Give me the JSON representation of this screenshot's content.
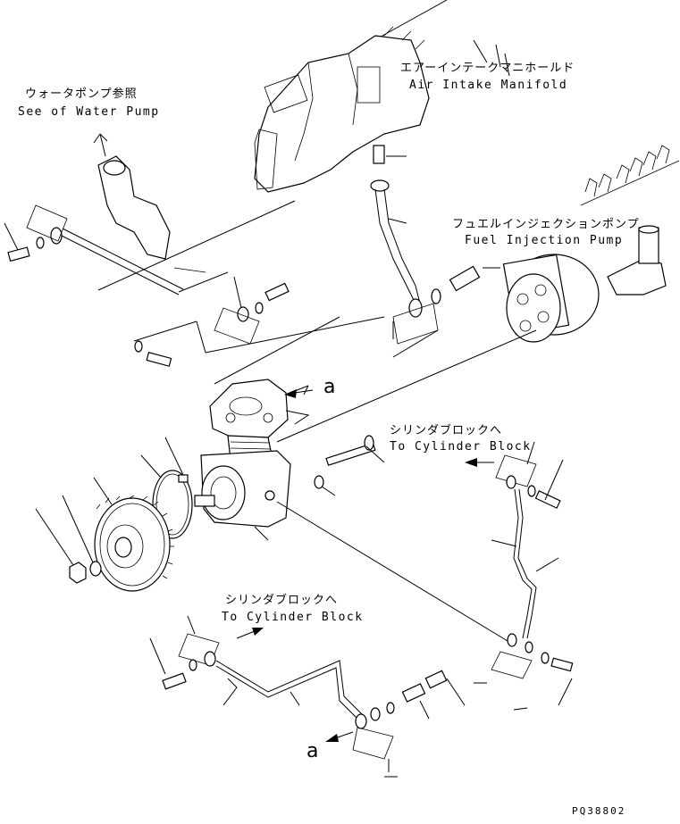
{
  "labels": {
    "water_pump_ref_jp": "ウォータポンプ参照",
    "water_pump_ref_en": "See of Water Pump",
    "air_intake_jp": "エアーインテークマニホールド",
    "air_intake_en": "Air Intake Manifold",
    "fuel_pump_jp": "フュエルインジェクションポンプ",
    "fuel_pump_en": "Fuel Injection Pump",
    "cyl_block_right_jp": "シリンダブロックへ",
    "cyl_block_right_en": "To Cylinder Block",
    "cyl_block_bottom_jp": "シリンダブロックへ",
    "cyl_block_bottom_en": "To Cylinder Block",
    "ref_a_top": "a",
    "ref_a_bottom": "a",
    "drawing_code": "PQ38802"
  }
}
